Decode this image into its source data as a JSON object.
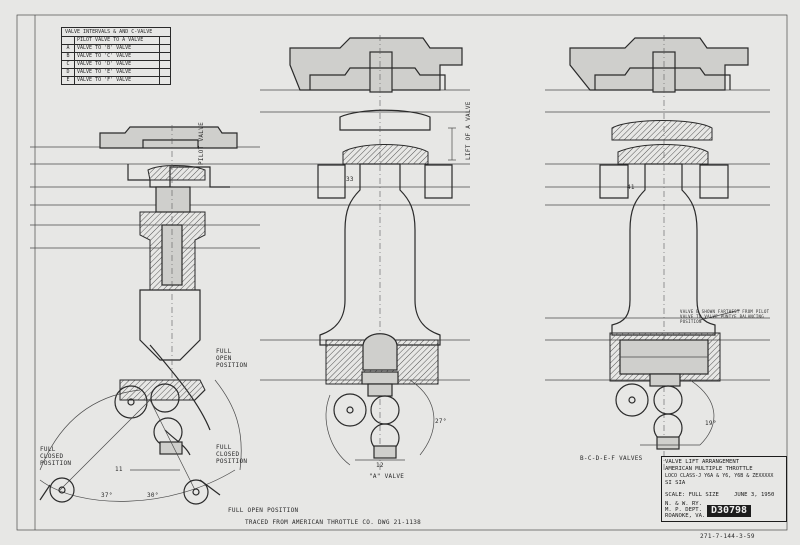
{
  "valve_table": {
    "title": "VALVE INTERVALS & AND C-VALVE",
    "rows": [
      {
        "id": "",
        "text": "PILOT VALVE TO A VALVE"
      },
      {
        "id": "A",
        "text": "VALVE TO 'B' VALVE"
      },
      {
        "id": "B",
        "text": "VALVE TO 'C' VALVE"
      },
      {
        "id": "C",
        "text": "VALVE TO 'D' VALVE"
      },
      {
        "id": "D",
        "text": "VALVE TO 'E' VALVE"
      },
      {
        "id": "E",
        "text": "VALVE TO 'F' VALVE"
      }
    ]
  },
  "labels": {
    "pilot_valve": "PILOT VALVE",
    "full_open": "FULL OPEN POSITION",
    "full_closed_left": "FULL CLOSED POSITION",
    "full_closed_right": "FULL CLOSED POSITION",
    "a_valve": "\"A\" VALVE",
    "bcdef_valves": "B-C-D-E-F VALVES",
    "full_open_bottom": "FULL OPEN POSITION",
    "traced_from": "TRACED FROM AMERICAN THROTTLE CO. DWG 21-1138",
    "lift_of_a_valve": "LIFT OF A VALVE",
    "valve_note": "VALVE B SHOWN FARTHEST FROM PILOT VALVE TO VALVE PUNTYE BALANCING POSITION",
    "dim_33": "33",
    "dim_41": "41",
    "dim_11": "11",
    "dim_12": "12",
    "dim_27": "27°",
    "dim_30": "30°",
    "dim_37": "37°",
    "dim_19": "19°"
  },
  "title_block": {
    "line1": "VALVE LIFT ARRANGEMENT",
    "line2": "AMERICAN MULTIPLE THROTTLE",
    "line3": "LOCO CLASS-J Y6A & Y6, Y6B & ZEXXXXX",
    "line4": "SI SIA",
    "scale": "SCALE: FULL SIZE",
    "date": "JUNE 3, 1950",
    "company1": "N. & W. RY.",
    "company2": "M. P. DEPT.",
    "city": "ROANOKE, VA.",
    "drawing_number": "D30798"
  },
  "margin_note": "271-7-144-3-59"
}
